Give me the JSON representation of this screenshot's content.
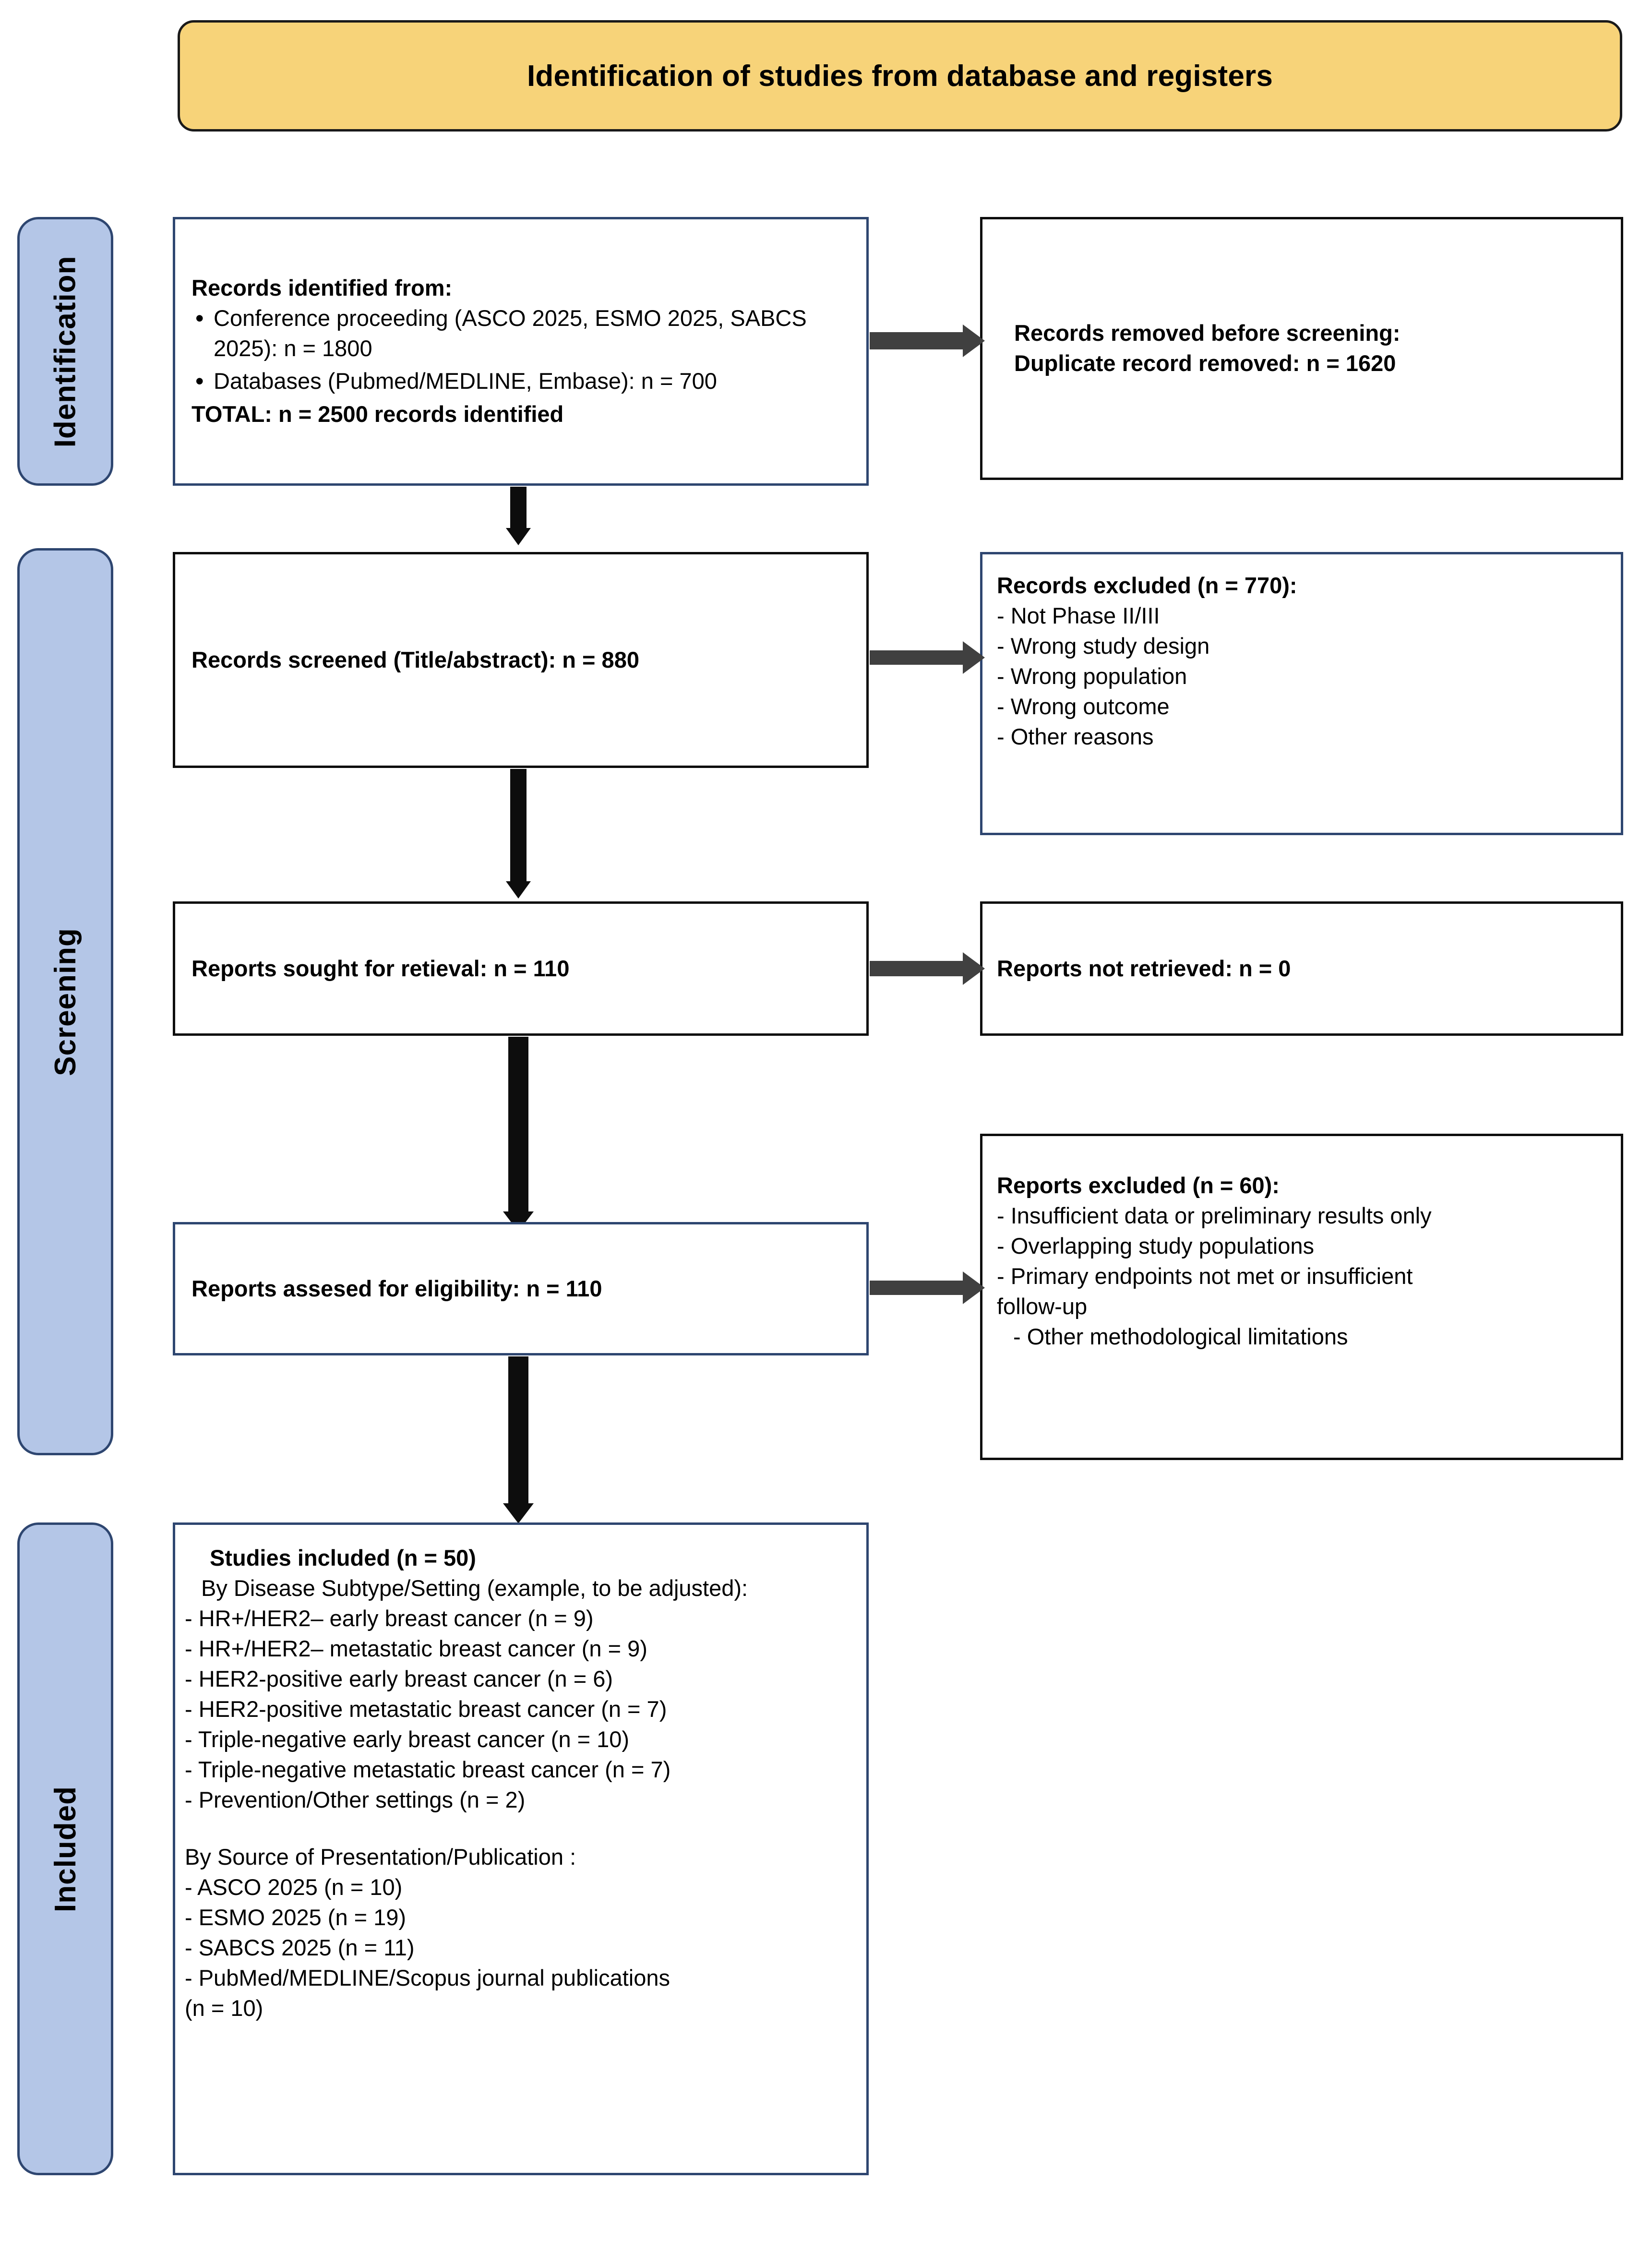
{
  "banner": {
    "title": "Identification of studies from database and registers"
  },
  "stages": [
    {
      "id": "identification",
      "label": "Identification"
    },
    {
      "id": "screening",
      "label": "Screening"
    },
    {
      "id": "included",
      "label": "Included"
    }
  ],
  "boxes": {
    "records_identified": {
      "heading": "Records identified from:",
      "bullets": [
        "Conference proceeding (ASCO 2025, ESMO 2025, SABCS 2025): n = 1800",
        "Databases (Pubmed/MEDLINE, Embase): n = 700"
      ],
      "total": "TOTAL: n = 2500 records identified"
    },
    "records_removed": {
      "line1": "Records removed before screening:",
      "line2": "Duplicate record removed: n = 1620"
    },
    "records_screened": {
      "label": "Records screened (Title/abstract): n = 880"
    },
    "records_excluded": {
      "heading": "Records excluded (n = 770):",
      "reasons": [
        "- Not Phase II/III",
        "- Wrong study design",
        "- Wrong population",
        "- Wrong outcome",
        "- Other reasons"
      ]
    },
    "reports_sought": {
      "label": "Reports sought for retieval: n = 110"
    },
    "reports_not_retrieved": {
      "label": "Reports not retrieved: n = 0"
    },
    "reports_assessed": {
      "label": "Reports assesed for eligibility: n = 110"
    },
    "reports_excluded": {
      "heading": "Reports excluded (n = 60):",
      "reasons": [
        "- Insufficient data or preliminary results only",
        "- Overlapping study populations",
        "- Primary endpoints not met or insufficient"
      ],
      "wrap_line": "follow-up",
      "last_reason": "- Other methodological limitations"
    },
    "studies_included": {
      "heading": "Studies included (n = 50)",
      "subtype_heading": "By Disease Subtype/Setting (example, to be adjusted):",
      "subtypes": [
        "- HR+/HER2– early breast cancer (n = 9)",
        "- HR+/HER2– metastatic breast cancer (n = 9)",
        "- HER2-positive early breast cancer (n = 6)",
        "- HER2-positive metastatic breast cancer (n = 7)",
        "- Triple-negative early breast cancer (n = 10)",
        "- Triple-negative metastatic breast cancer (n = 7)",
        "- Prevention/Other settings (n = 2)"
      ],
      "source_heading": "By Source of Presentation/Publication :",
      "sources": [
        "- ASCO 2025 (n = 10)",
        "- ESMO 2025 (n = 19)",
        "- SABCS 2025 (n = 11)",
        "- PubMed/MEDLINE/Scopus journal publications"
      ],
      "sources_wrap": "(n = 10)"
    }
  },
  "colors": {
    "banner_fill": "#F7D379",
    "stage_fill": "#B4C6E7",
    "stage_border": "#2E4670",
    "box_border_navy": "#2E4670",
    "box_border_black": "#0d0d0d",
    "arrow_horizontal": "#404040",
    "arrow_vertical": "#0d0d0d"
  }
}
